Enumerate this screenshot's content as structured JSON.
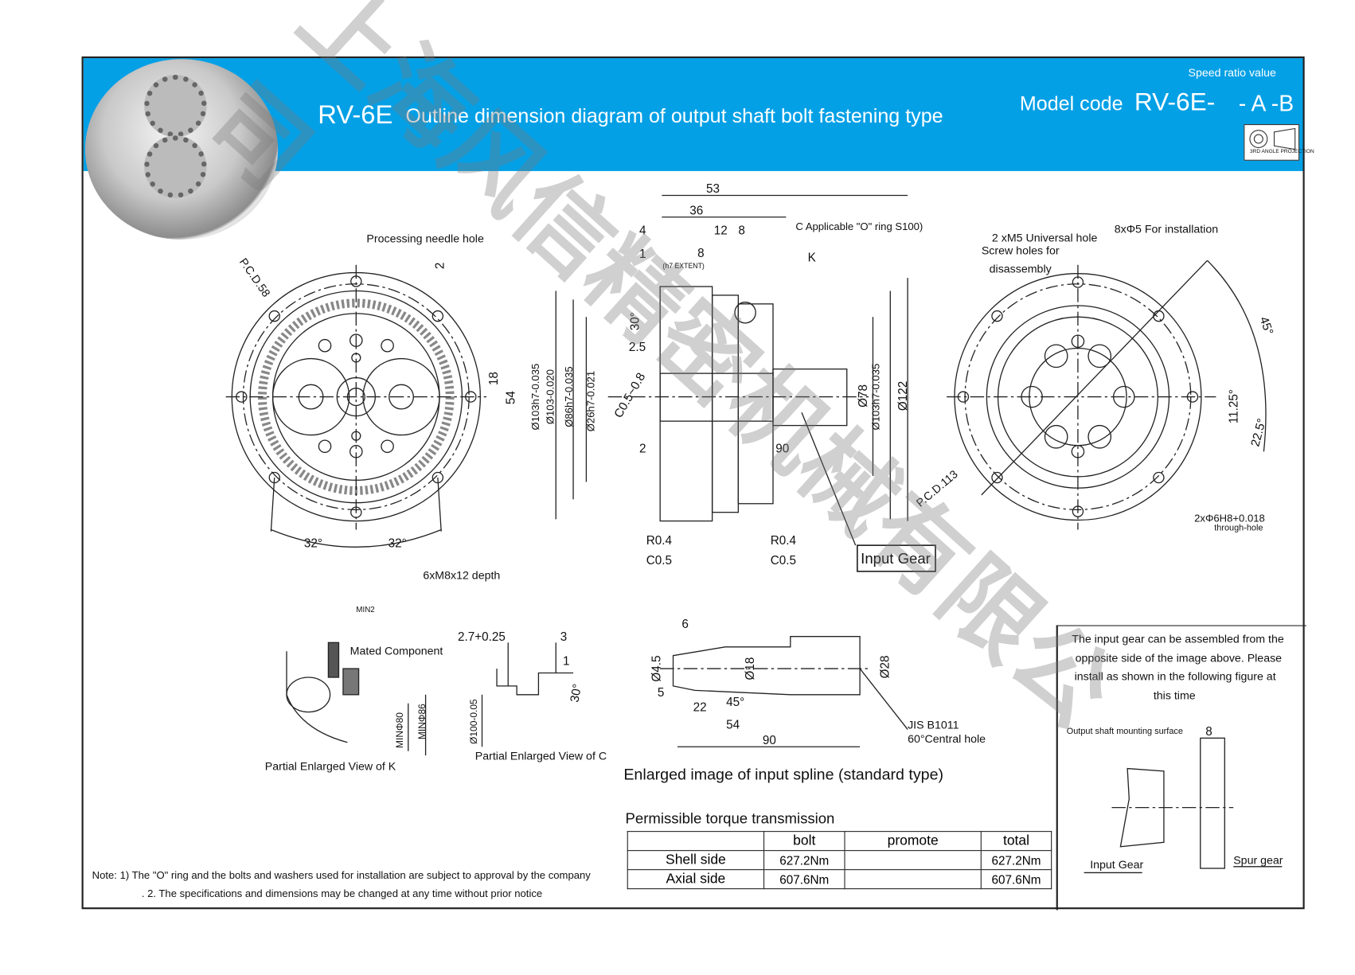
{
  "header": {
    "rv": "RV-6E",
    "title": "Outline dimension diagram of output shaft bolt fastening type",
    "model_code_label": "Model code",
    "model_code": "RV-6E-",
    "suffix": "- A -B",
    "speed_ratio_label": "Speed ratio value",
    "projection": "3RD ANGLE PROJECTION"
  },
  "left_view": {
    "needle_hole": "Processing needle hole",
    "pcd": "P.C.D.58",
    "dims": [
      "2",
      "18",
      "54",
      "32°",
      "32°"
    ],
    "bolt": "6xM8x12 depth"
  },
  "section": {
    "dims_top": [
      "53",
      "36",
      "4",
      "12",
      "8",
      "1",
      "8"
    ],
    "oring": "C  Applicable \"O\" ring  S100)",
    "k": "K",
    "h7": "(h7 EXTENT)",
    "angle": "30°",
    "d25": "2.5",
    "chamfer": "C0.5~0.8",
    "d2": "2",
    "d90": "90",
    "diam": [
      "Ø103h7-0.035",
      "Ø103-0.020",
      "Ø86h7-0.035",
      "Ø26h7-0.021",
      "Ø78",
      "Ø103h7-0.035",
      "Ø122"
    ],
    "r1": "R0.4",
    "c1": "C0.5",
    "r2": "R0.4",
    "c2": "C0.5",
    "input_gear": "Input Gear"
  },
  "right_view": {
    "m5": "2 xM5 Universal hole",
    "screw": "Screw holes for",
    "disassembly": "disassembly",
    "phi5": "8xΦ5 For installation",
    "a45": "45°",
    "a1125": "11.25°",
    "a225": "22.5°",
    "pcd": "P.C.D.113",
    "pin": "2xΦ6H8+0.018",
    "through": "through-hole"
  },
  "view_k": {
    "min2": "MIN2",
    "mated": "Mated Component",
    "min80": "MINΦ80",
    "min86": "MINΦ86",
    "caption": "Partial Enlarged View of K"
  },
  "view_c": {
    "d27": "2.7+0.25",
    "d3": "3",
    "d1": "1",
    "a30": "30°",
    "d100": "Ø100-0.05",
    "caption": "Partial Enlarged View of C"
  },
  "spline": {
    "d6": "6",
    "d45": "Ø4.5",
    "d18": "Ø18",
    "d28": "Ø28",
    "d5": "5",
    "d22": "22",
    "a45": "45°",
    "d54": "54",
    "d90": "90",
    "jis": "JIS B1011",
    "central": "60°Central hole",
    "caption": "Enlarged image of input spline (standard type)"
  },
  "torque": {
    "title": "Permissible torque transmission",
    "headers": [
      "",
      "bolt",
      "promote",
      "total"
    ],
    "rows": [
      [
        "Shell side",
        "627.2Nm",
        "",
        "627.2Nm"
      ],
      [
        "Axial side",
        "607.6Nm",
        "",
        "607.6Nm"
      ]
    ]
  },
  "info": {
    "text": [
      "The input gear can be assembled from the",
      "opposite side of the image above. Please",
      "install as shown in the following figure at",
      "this time"
    ],
    "surface": "Output shaft mounting surface",
    "d8": "8",
    "input_gear": "Input Gear",
    "spur": "Spur gear"
  },
  "notes": [
    "Note: 1) The \"O\" ring and the bolts and washers used for installation are subject to approval by the company",
    ". 2. The specifications and dimensions may be changed at any time without prior notice"
  ],
  "watermark": "上海风信精密机械有限公司"
}
